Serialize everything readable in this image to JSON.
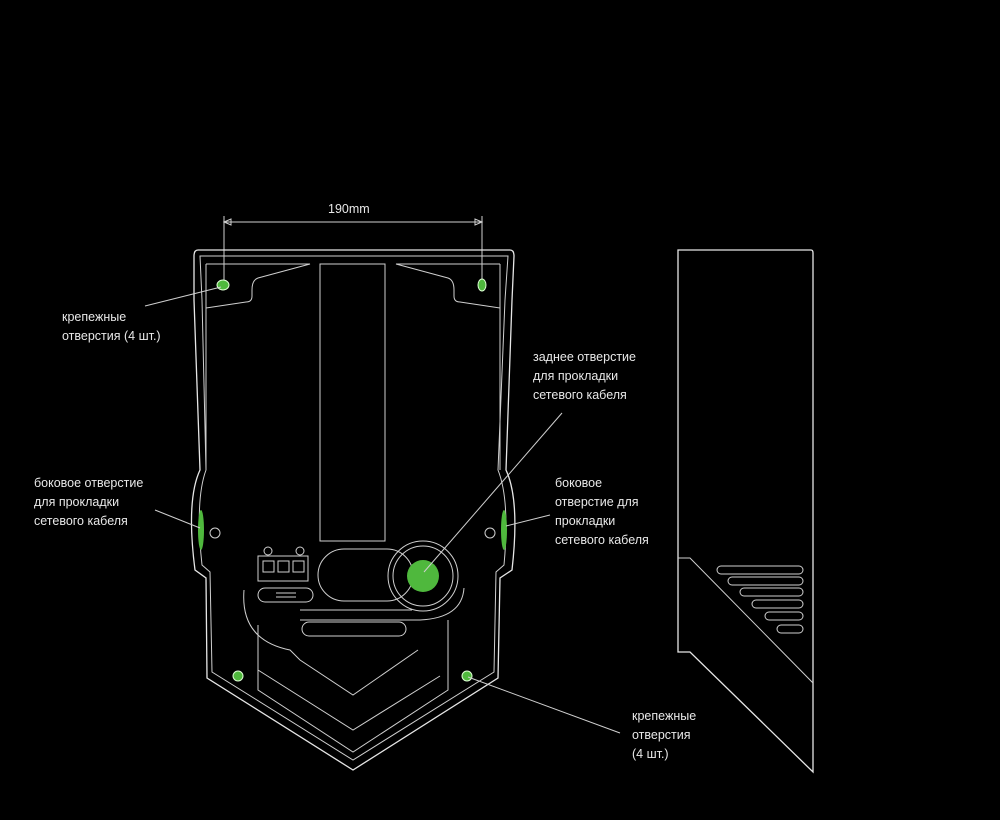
{
  "dimension": {
    "label": "190mm"
  },
  "labels": {
    "mount_holes_top": "крепежные\nотверстия (4 шт.)",
    "rear_hole": "заднее отверстие\nдля прокладки\nсетевого кабеля",
    "side_hole_left": "боковое отверстие\nдля прокладки\nсетевого кабеля",
    "side_hole_right": "боковое\nотверстие для\nпрокладки\nсетевого кабеля",
    "mount_holes_bottom": "крепежные\nотверстия\n(4 шт.)"
  },
  "colors": {
    "background": "#000000",
    "line": "#e6e6e6",
    "highlight": "#4fb83d"
  }
}
